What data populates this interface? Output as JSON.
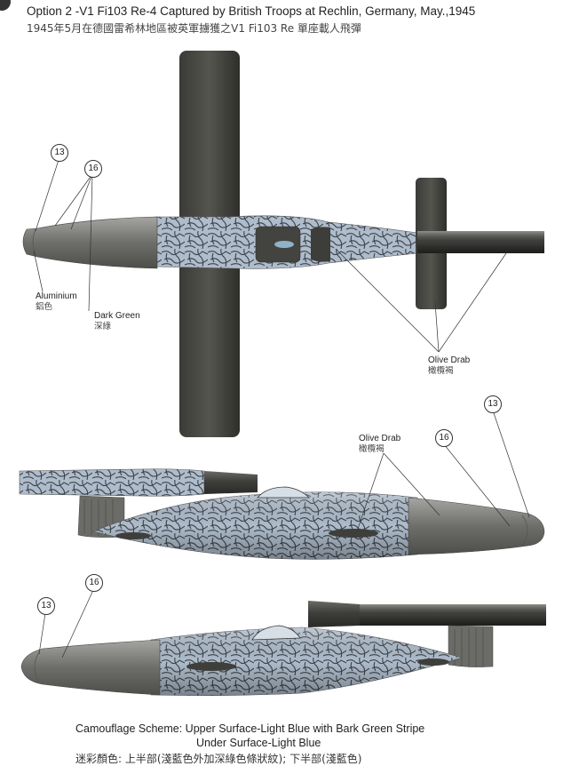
{
  "header": {
    "title": "Option 2 -V1 Fi103 Re-4 Captured by British Troops at Rechlin, Germany, May.,1945",
    "subtitle": "1945年5月在德國雷希林地區被英軍擄獲之V1 Fi103 Re 單座載人飛彈"
  },
  "callouts": {
    "c13": "13",
    "c16": "16"
  },
  "labels": {
    "aluminium": "Aluminium",
    "aluminium_zh": "鋁色",
    "dark_green": "Dark Green",
    "dark_green_zh": "深綠",
    "olive_drab": "Olive Drab",
    "olive_drab_zh": "橄欖褐"
  },
  "footer": {
    "line1": "Camouflage Scheme: Upper Surface-Light Blue with Bark Green Stripe",
    "line2": "Under Surface-Light Blue",
    "line3": "迷彩顏色: 上半部(淺藍色外加深綠色條狀紋); 下半部(淺藍色)"
  },
  "colors": {
    "light_blue": "#aebccb",
    "dark_green_stripe": "#3c4248",
    "olive_drab": "#4a4a48",
    "aluminium": "#8a8a88"
  }
}
